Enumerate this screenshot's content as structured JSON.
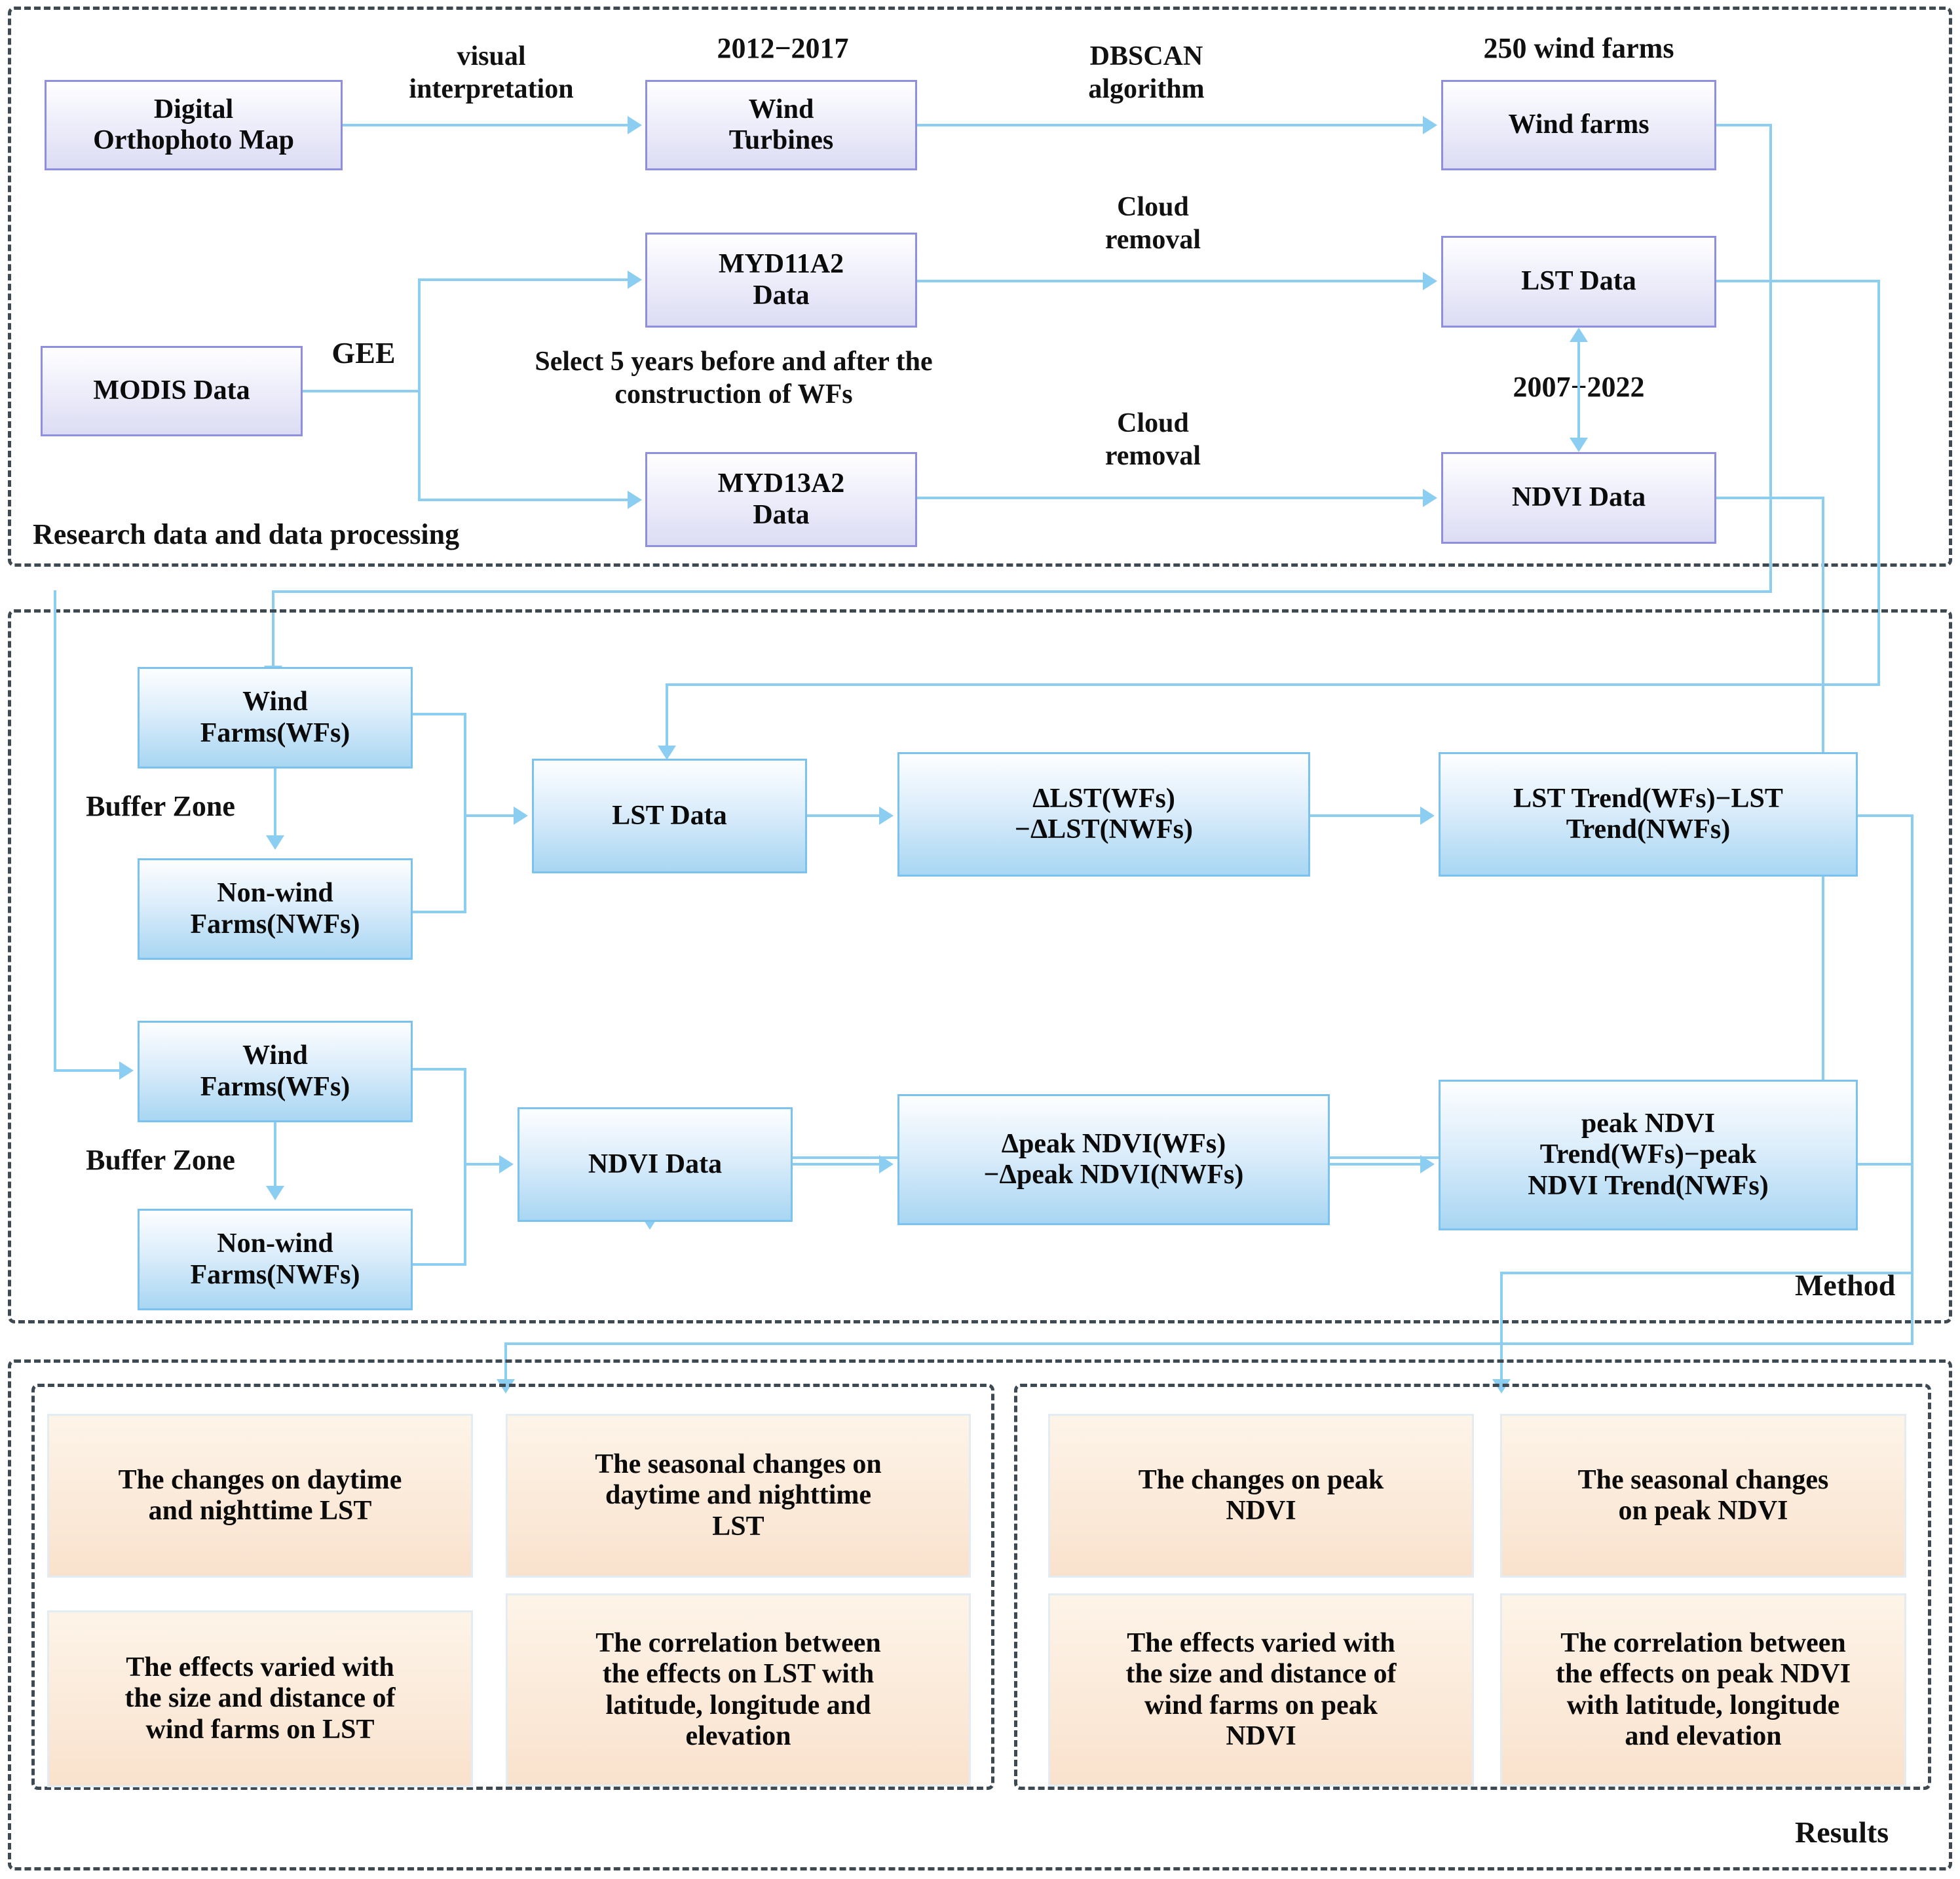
{
  "figure": {
    "type": "flowchart",
    "title": "Research workflow: wind farm effects on LST and peak NDVI"
  },
  "sections": {
    "data": {
      "label": "Research data and data processing"
    },
    "method": {
      "label": "Method"
    },
    "results": {
      "label": "Results"
    }
  },
  "data_section": {
    "boxes": {
      "dom": "Digital\nOrthophoto Map",
      "wind_turbines": "Wind\nTurbines",
      "wind_farms": "Wind farms",
      "modis": "MODIS Data",
      "myd11a2": "MYD11A2\nData",
      "myd13a2": "MYD13A2\nData",
      "lst": "LST Data",
      "ndvi": "NDVI Data"
    },
    "edge_labels": {
      "visual_interpretation": "visual\ninterpretation",
      "years_turbines": "2012−2017",
      "dbscan": "DBSCAN\nalgorithm",
      "count_farms": "250 wind farms",
      "gee": "GEE",
      "select_years": "Select 5 years before and after the\nconstruction of WFs",
      "cloud_removal_lst": "Cloud\nremoval",
      "cloud_removal_ndvi": "Cloud\nremoval",
      "years_range": "2007−2022"
    }
  },
  "method_section": {
    "lst_row": {
      "wf": "Wind\nFarms(WFs)",
      "nwf": "Non-wind\nFarms(NWFs)",
      "buffer": "Buffer Zone",
      "data": "LST Data",
      "delta": "ΔLST(WFs)\n−ΔLST(NWFs)",
      "trend": "LST Trend(WFs)−LST\nTrend(NWFs)"
    },
    "ndvi_row": {
      "wf": "Wind\nFarms(WFs)",
      "nwf": "Non-wind\nFarms(NWFs)",
      "buffer": "Buffer Zone",
      "data": "NDVI Data",
      "delta": "Δpeak NDVI(WFs)\n−Δpeak NDVI(NWFs)",
      "trend": "peak NDVI\nTrend(WFs)−peak\nNDVI Trend(NWFs)"
    }
  },
  "results_section": {
    "lst_group": [
      "The changes on daytime\nand nighttime LST",
      "The seasonal changes on\ndaytime and nighttime\nLST",
      "The effects varied with\nthe size and distance of\nwind farms on LST",
      "The correlation between\nthe effects on LST with\nlatitude, longitude and\nelevation"
    ],
    "ndvi_group": [
      "The changes on peak\nNDVI",
      "The seasonal changes\non peak NDVI",
      "The effects varied with\nthe size and distance of\nwind farms on peak\nNDVI",
      "The correlation between\nthe effects on peak NDVI\nwith latitude, longitude\nand elevation"
    ]
  },
  "colors": {
    "connector": "#8ccdf2",
    "frame_border": "#3d4a52",
    "data_box_border": "#8f8fe0",
    "method_box_border": "#7cc2ef",
    "result_box_fill": "#fbe9d8"
  }
}
